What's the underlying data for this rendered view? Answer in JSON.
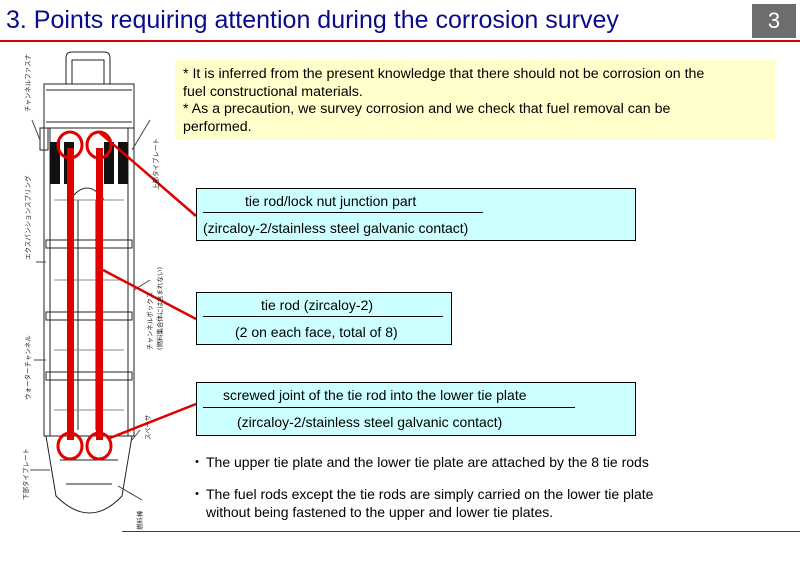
{
  "header": {
    "title": "3. Points requiring attention during the corrosion survey",
    "page_number": "3"
  },
  "note": {
    "line1": "* It is inferred from the present knowledge that there should not be corrosion on the",
    "line2": "fuel constructional materials.",
    "line3": "* As a precaution, we survey corrosion and we check that fuel removal can be",
    "line4": "performed."
  },
  "callouts": [
    {
      "title": "tie rod/lock nut junction part",
      "detail": "(zircaloy-2/stainless steel galvanic contact)"
    },
    {
      "title": "tie rod (zircaloy-2)",
      "detail": "(2 on each face, total of 8)"
    },
    {
      "title": "screwed joint of the tie rod into the lower tie plate",
      "detail": "(zircaloy-2/stainless steel galvanic contact)"
    }
  ],
  "bullets": [
    {
      "symbol": "・",
      "line1": "The upper tie plate and the lower tie plate are attached by the 8 tie rods"
    },
    {
      "symbol": "・",
      "line1": "The fuel rods except the tie rods are simply carried on the lower tie plate",
      "line2": "without being fastened to the upper and lower tie plates."
    }
  ],
  "diagram_labels": {
    "channel_fastener": "チャンネルファスナ",
    "upper_tie_plate": "上部タイプレート",
    "expansion_spring": "エクスパンションスプリング",
    "channel_box": "チャンネルボックス",
    "channel_box_note": "(燃料集合体には含まれない)",
    "water_channel": "ウォーターチャンネル",
    "spacer": "スペーサ",
    "lower_tie_plate": "下部タイプレート",
    "fuel_rod": "燃料棒"
  },
  "colors": {
    "title": "#0a0a8c",
    "accent": "#d40000",
    "note_bg": "#ffffcc",
    "callout_bg": "#ccffff"
  }
}
